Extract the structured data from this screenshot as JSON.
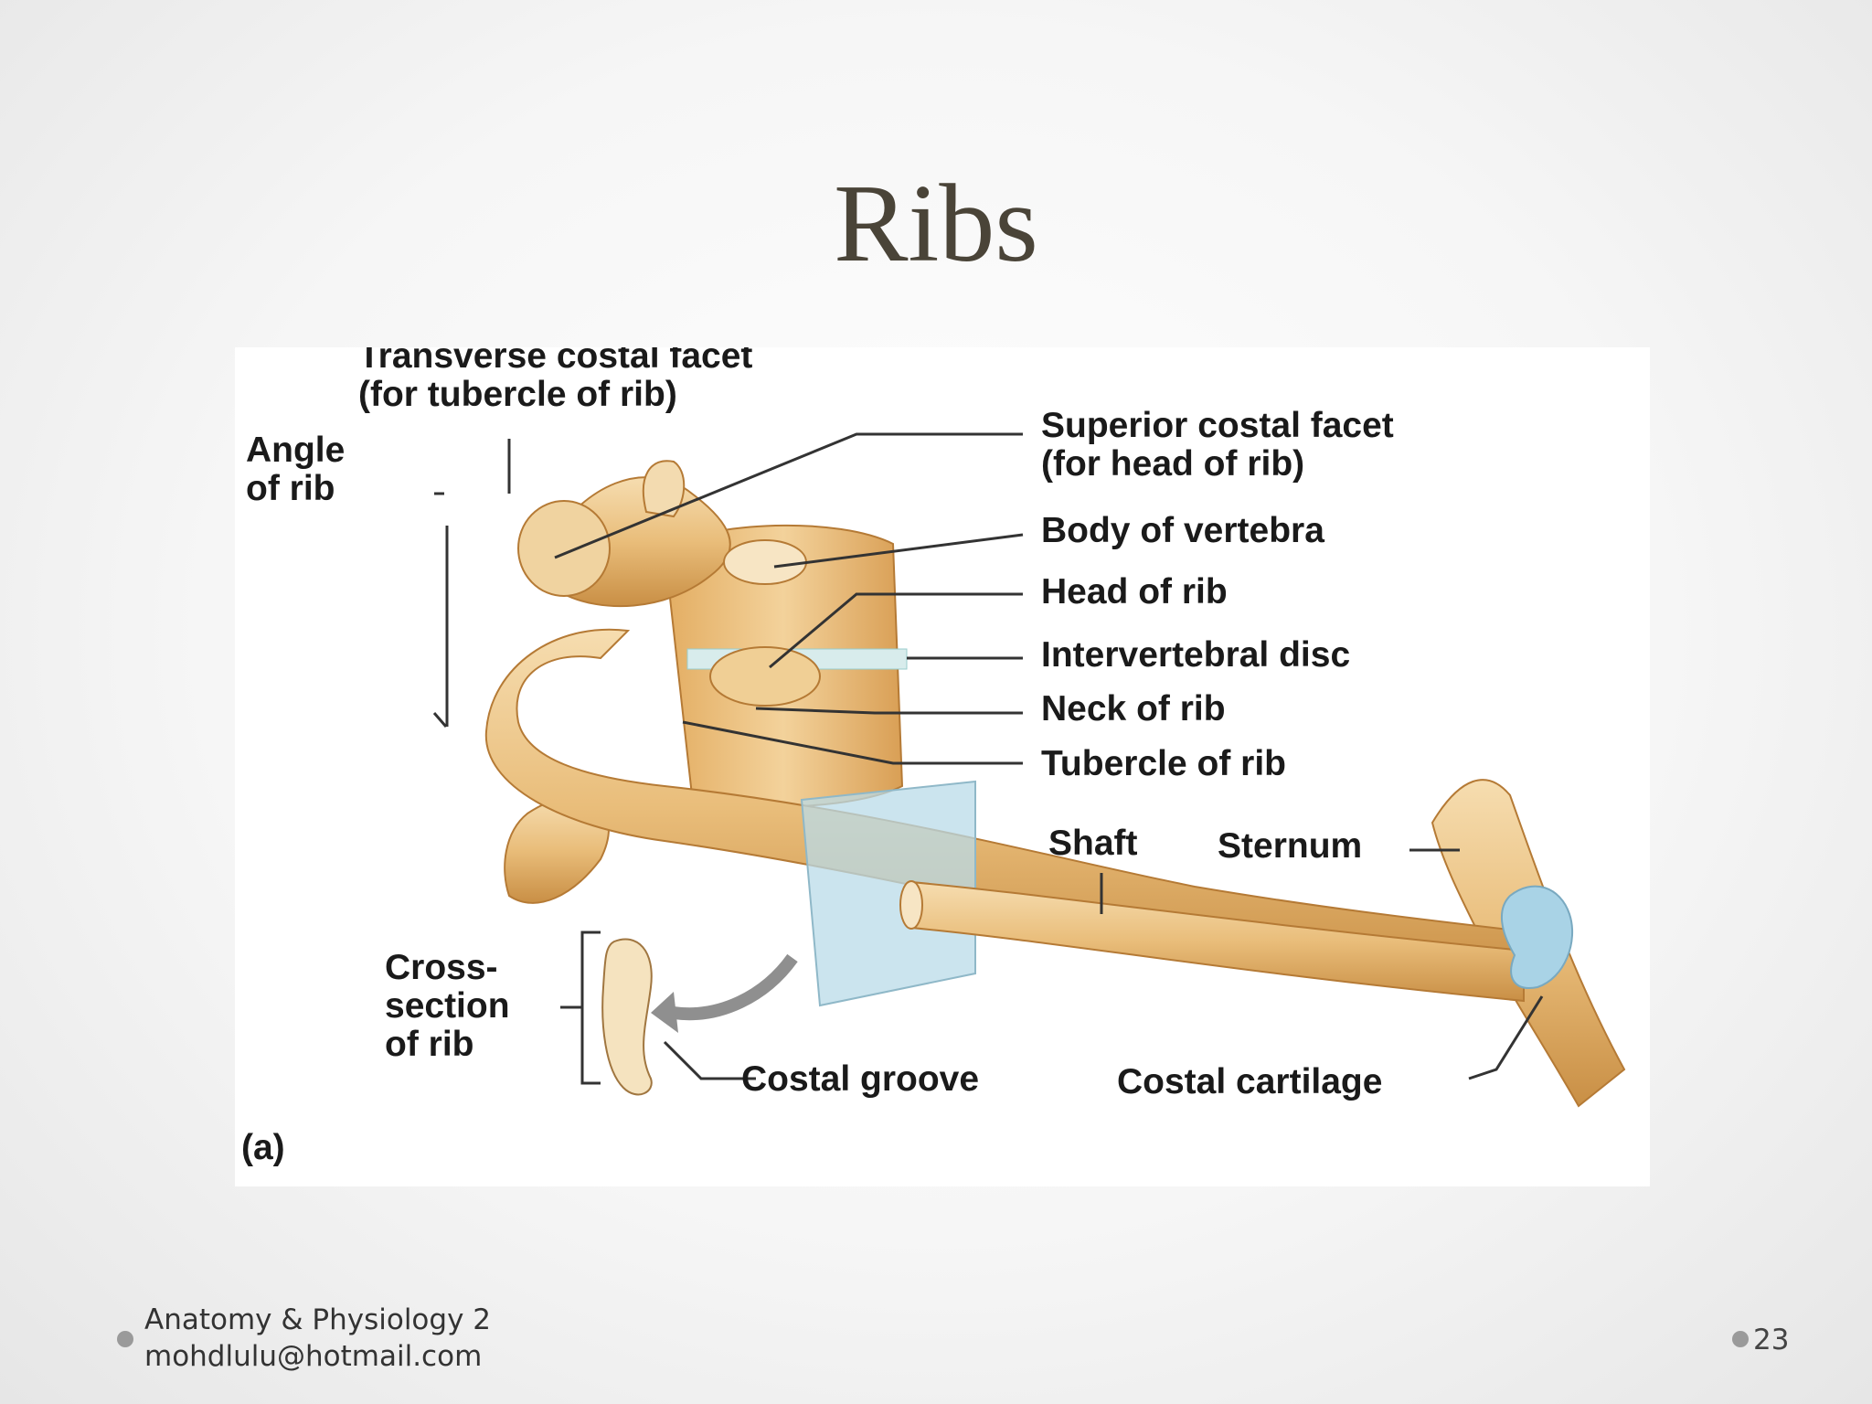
{
  "slide": {
    "title": "Ribs",
    "page_number": "23",
    "footer": {
      "line1": "Anatomy & Physiology 2",
      "line2": "mohdlulu@hotmail.com"
    }
  },
  "diagram": {
    "labels": {
      "transverse_facet_1": "Transverse costal facet",
      "transverse_facet_2": "(for tubercle of rib)",
      "angle_1": "Angle",
      "angle_2": "of rib",
      "superior_facet_1": "Superior costal facet",
      "superior_facet_2": "(for head of rib)",
      "body_of_vertebra": "Body of vertebra",
      "head_of_rib": "Head of rib",
      "intervertebral_disc": "Intervertebral disc",
      "neck_of_rib": "Neck of rib",
      "tubercle_of_rib": "Tubercle of rib",
      "shaft": "Shaft",
      "sternum": "Sternum",
      "cross_section_1": "Cross-",
      "cross_section_2": "section",
      "cross_section_3": "of rib",
      "costal_groove": "Costal groove",
      "costal_cartilage": "Costal cartilage",
      "panel": "(a)"
    },
    "colors": {
      "bone": "#e9bd7a",
      "bone_shadow": "#c98f45",
      "bone_light": "#f6ddb0",
      "cartilage": "#a9d3e6",
      "section_plane": "#b9dbe8"
    }
  }
}
